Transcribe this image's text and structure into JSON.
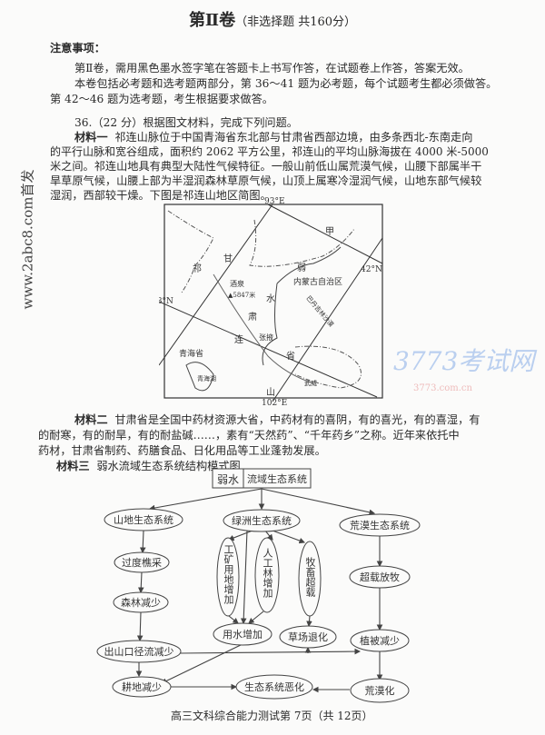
{
  "title": {
    "main": "第Ⅱ卷",
    "sub": "（非选择题  共160分）"
  },
  "notes": {
    "heading": "注意事项：",
    "lines": [
      "第Ⅱ卷，需用黑色墨水签字笔在答题卡上书写作答，在试题卷上作答，答案无效。",
      "本卷包括必考题和选考题两部分，第 36～41 题为必考题，每个试题考生都必须做答。",
      "第 42～46 题为选考题，考生根据要求做答。"
    ]
  },
  "question": {
    "header": "36.（22 分）根据图文材料，完成下列问题。",
    "material1_label": "材料一",
    "material1_lines": [
      "祁连山脉位于中国青海省东北部与甘肃省西部边境，由多条西北-东南走向",
      "的平行山脉和宽谷组成，面积约 2062 平方公里，祁连山的平均山脉海拔在 4000 米-5000",
      "米之间。祁连山地具有典型大陆性气候特征。一般山前低山属荒漠气候，山腰下部属半干",
      "旱草原气候，山腰上部为半湿润森林草原气候，山顶上属寒冷湿润气候，山地东部气候较",
      "湿润，西部较干燥。下图是祁连山地区简图。"
    ],
    "material2_label": "材料二",
    "material2_lines": [
      "甘肃省是全国中药材资源大省，中药材有的喜阴，有的喜光，有的喜湿，有",
      "的耐寒，有的耐旱，有的耐盐碱……，素有“天然药”、“千年药乡”之称。近年来依托中",
      "药材，甘肃省制药、药膳食品、日化用品等工业蓬勃发展。"
    ],
    "material3_label": "材料三",
    "material3_text": "弱水流域生态系统结构模式图"
  },
  "map": {
    "lon1": "93°E",
    "lon2": "102°E",
    "lat1": "42°N",
    "lat2": "38°N",
    "labels": {
      "jia": "甲",
      "gan": "甘",
      "su": "肃",
      "sheng": "省",
      "qi": "祁",
      "lian": "连",
      "shan": "山",
      "ruo": "弱",
      "shui": "水",
      "neimeng": "内蒙古自治区",
      "badan": "巴丹吉林沙漠",
      "jiuquan": "酒泉",
      "peak": "▲5847米",
      "zhangye": "张掖",
      "qinghai": "青海省",
      "qinghaihu": "青海湖",
      "wuwei": "武威"
    }
  },
  "diagram": {
    "top_left": "弱水",
    "top_right": "流域生态系统",
    "nodes": {
      "mountain": "山地生态系统",
      "oasis": "绿洲生态系统",
      "desert": "荒漠生态系统",
      "overcut": "过度樵采",
      "forest": "森林减少",
      "runoff": "出山口径流减少",
      "farmland": "耕地减少",
      "industry": "工矿用地增加",
      "plantation": "人工林增加",
      "livestock": "牧畜超载",
      "water": "用水增加",
      "grass": "草场退化",
      "overgraze": "超载放牧",
      "vegetation": "植被减少",
      "desertify": "荒漠化",
      "deteriorate": "生态系统恶化"
    }
  },
  "footer": "高三文科综合能力测试第 7页（共 12页）",
  "watermark": "www.2abc8.com首发",
  "map_watermark": {
    "big": "3773考试网",
    "small": "3773.com.cn"
  }
}
